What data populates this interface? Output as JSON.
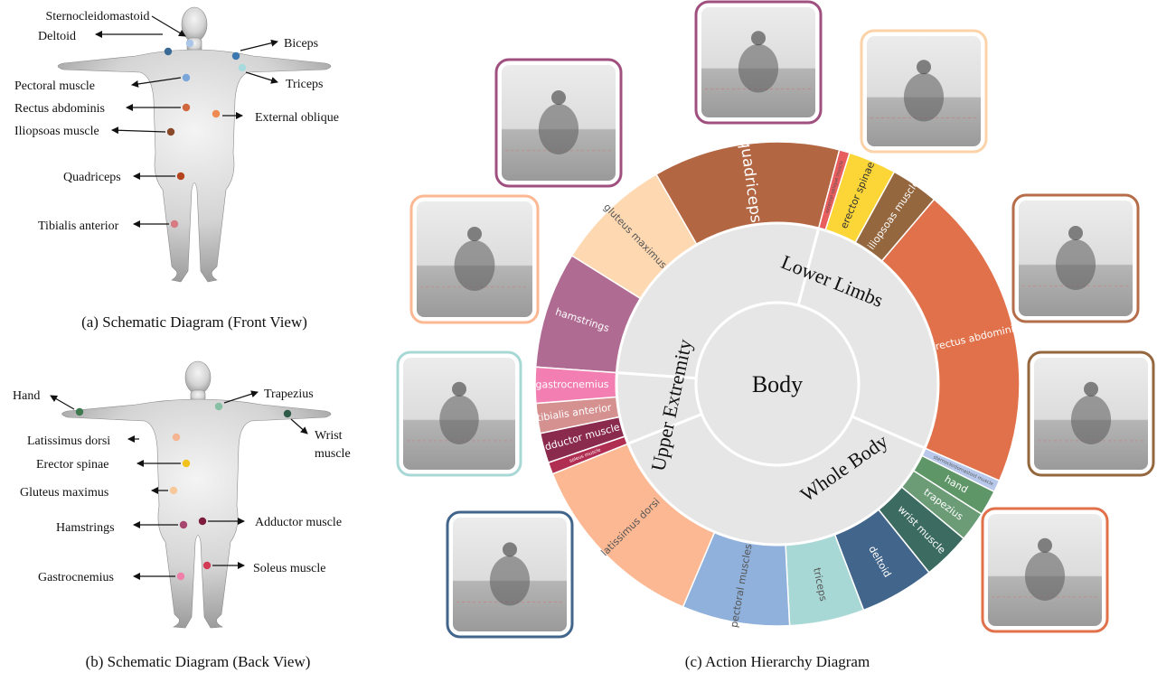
{
  "front_view": {
    "caption": "(a) Schematic Diagram (Front View)",
    "labels": [
      {
        "text": "Sternocleidomastoid",
        "color": "#a9c6e8"
      },
      {
        "text": "Deltoid",
        "color": "#3c6a97"
      },
      {
        "text": "Biceps",
        "color": "#3b78b0"
      },
      {
        "text": "Pectoral muscle",
        "color": "#7aa6d9"
      },
      {
        "text": "Triceps",
        "color": "#a8dbe0"
      },
      {
        "text": "Rectus abdominis",
        "color": "#d0673c"
      },
      {
        "text": "External oblique",
        "color": "#ef8a52"
      },
      {
        "text": "Iliopsoas muscle",
        "color": "#8a4a2a"
      },
      {
        "text": "Quadriceps",
        "color": "#b5441e"
      },
      {
        "text": "Tibialis anterior",
        "color": "#d77a82"
      }
    ]
  },
  "back_view": {
    "caption": "(b) Schematic Diagram (Back View)",
    "labels": [
      {
        "text": "Hand",
        "color": "#3f7a4f"
      },
      {
        "text": "Trapezius",
        "color": "#88c0a5"
      },
      {
        "text": "Wrist muscle",
        "lines": [
          "Wrist",
          "muscle"
        ],
        "color": "#2f5a48"
      },
      {
        "text": "Latissimus dorsi",
        "color": "#f5b592"
      },
      {
        "text": "Erector spinae",
        "color": "#f2c21c"
      },
      {
        "text": "Gluteus maximus",
        "color": "#f7c99a"
      },
      {
        "text": "Hamstrings",
        "color": "#a6466f"
      },
      {
        "text": "Adductor muscle",
        "color": "#7d1c3e"
      },
      {
        "text": "Soleus muscle",
        "color": "#d33a55"
      },
      {
        "text": "Gastrocnemius",
        "color": "#f07fac"
      }
    ]
  },
  "hierarchy": {
    "caption": "(c) Action Hierarchy Diagram",
    "center": "Body",
    "groups": [
      {
        "name": "Lower Limbs",
        "color": "#e6e6e6"
      },
      {
        "name": "Whole Body",
        "color": "#e6e6e6"
      },
      {
        "name": "Upper Extremity",
        "color": "#e6e6e6"
      }
    ],
    "segments": [
      {
        "label": "hamstrings",
        "group": "Lower Limbs",
        "color": "#b06b93",
        "text_color": "#ffffff",
        "size": 7.8
      },
      {
        "label": "gluteus maximus",
        "group": "Lower Limbs",
        "color": "#fed8b1",
        "text_color": "#555555",
        "size": 7.8
      },
      {
        "label": "quadriceps",
        "group": "Lower Limbs",
        "color": "#b36642",
        "text_color": "#ffffff",
        "size": 12.5
      },
      {
        "label": "external oblique muscle",
        "group": "Whole Body",
        "color": "#e85d5d",
        "text_color": "#555555",
        "size": 0.7
      },
      {
        "label": "erector spinae",
        "group": "Whole Body",
        "color": "#fcd536",
        "text_color": "#333333",
        "size": 3.2
      },
      {
        "label": "iliopsoas muscle",
        "group": "Whole Body",
        "color": "#95673e",
        "text_color": "#ffffff",
        "size": 3.2
      },
      {
        "label": "rectus abdominis",
        "group": "Whole Body",
        "color": "#e0714a",
        "text_color": "#ffffff",
        "size": 20.4
      },
      {
        "label": "sternocleidomastoid muscle",
        "group": "Upper Extremity",
        "color": "#b8c8eb",
        "text_color": "#555555",
        "size": 0.8
      },
      {
        "label": "hand",
        "group": "Upper Extremity",
        "color": "#5e9668",
        "text_color": "#ffffff",
        "size": 1.7
      },
      {
        "label": "trapezius",
        "group": "Upper Extremity",
        "color": "#6b9c76",
        "text_color": "#ffffff",
        "size": 2.0
      },
      {
        "label": "wrist muscle",
        "group": "Upper Extremity",
        "color": "#3c6b62",
        "text_color": "#ffffff",
        "size": 3.2
      },
      {
        "label": "deltoid",
        "group": "Upper Extremity",
        "color": "#42658c",
        "text_color": "#ffffff",
        "size": 5.0
      },
      {
        "label": "triceps",
        "group": "Upper Extremity",
        "color": "#a8d8d6",
        "text_color": "#555555",
        "size": 5.0
      },
      {
        "label": "pectoral muscles",
        "group": "Upper Extremity",
        "color": "#8fb1dc",
        "text_color": "#555555",
        "size": 7.2
      },
      {
        "label": "latissimus dorsi",
        "group": "Upper Extremity",
        "color": "#fcb892",
        "text_color": "#555555",
        "size": 12.6
      },
      {
        "label": "soleus muscle",
        "group": "Lower Limbs",
        "color": "#b02e52",
        "text_color": "#ffffff",
        "size": 0.8
      },
      {
        "label": "adductor muscle",
        "group": "Lower Limbs",
        "color": "#8a2b4e",
        "text_color": "#ffffff",
        "size": 2.0
      },
      {
        "label": "tibialis anterior",
        "group": "Lower Limbs",
        "color": "#d49190",
        "text_color": "#ffffff",
        "size": 2.0
      },
      {
        "label": "gastrocnemius",
        "group": "Lower Limbs",
        "color": "#f37fb2",
        "text_color": "#ffffff",
        "size": 2.4
      }
    ],
    "photos": [
      {
        "name": "hamstrings",
        "border": "#a0507f"
      },
      {
        "name": "gluteus maximus",
        "border": "#fcd3a8"
      },
      {
        "name": "quadriceps",
        "border": "#b56d4a"
      },
      {
        "name": "iliopsoas muscle",
        "border": "#95673e"
      },
      {
        "name": "rectus abdominis",
        "border": "#e0714a"
      },
      {
        "name": "deltoid",
        "border": "#42658c"
      },
      {
        "name": "triceps",
        "border": "#a8d8d6"
      },
      {
        "name": "latissimus dorsi",
        "border": "#fcb892"
      },
      {
        "name": "gastrocnemius",
        "border": "#a0507f"
      }
    ]
  }
}
